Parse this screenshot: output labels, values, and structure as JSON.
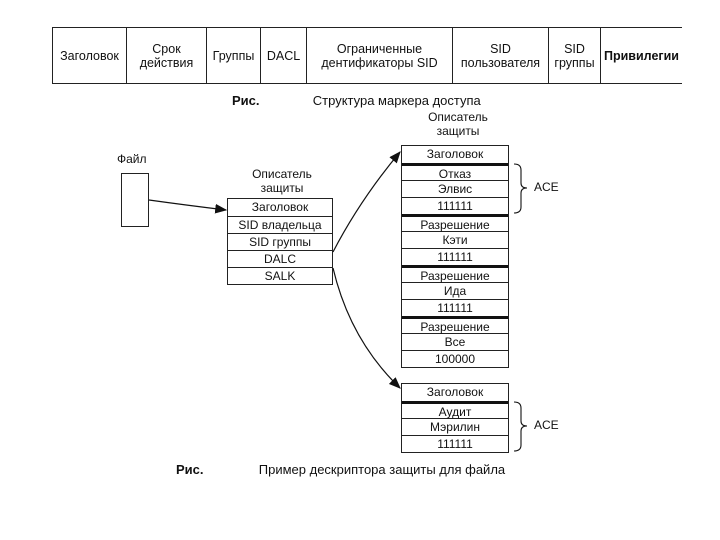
{
  "token": {
    "fields": [
      {
        "label": "Заголовок"
      },
      {
        "label": "Срок\nдействия"
      },
      {
        "label": "Группы"
      },
      {
        "label": "DACL"
      },
      {
        "label": "Ограниченные\nдентификаторы SID"
      },
      {
        "label": "SID\nпользователя"
      },
      {
        "label": "SID\nгруппы"
      },
      {
        "label": "Привилегии"
      }
    ],
    "caption_prefix": "Рис.",
    "caption_text": "Структура маркера доступа"
  },
  "file": {
    "label": "Файл"
  },
  "descriptor": {
    "title": "Описатель\nзащиты",
    "rows": [
      "Заголовок",
      "SID владельца",
      "SID группы",
      "DALC",
      "SALK"
    ]
  },
  "dacl": {
    "title": "Описатель\nзащиты",
    "rows": [
      "Заголовок",
      "Отказ",
      "Элвис",
      "111111",
      "Разрешение",
      "Кэти",
      "111111",
      "Разрешение",
      "Ида",
      "111111",
      "Разрешение",
      "Все",
      "100000"
    ],
    "ace_label": "ACE"
  },
  "sacl": {
    "rows": [
      "Заголовок",
      "Аудит",
      "Мэрилин",
      "111111"
    ],
    "ace_label": "ACE"
  },
  "figure_caption": {
    "prefix": "Рис.",
    "text": "Пример дескриптора защиты для файла"
  }
}
